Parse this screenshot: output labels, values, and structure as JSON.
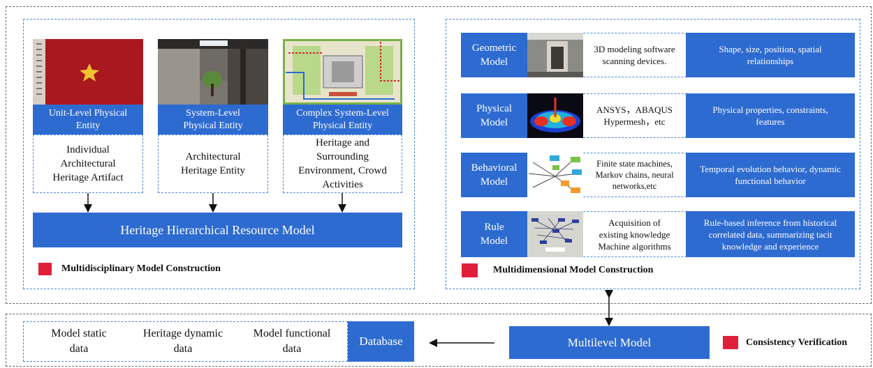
{
  "left_panel": {
    "entities": [
      {
        "image": "red-flag-photo",
        "label": "Unit-Level Physical Entity",
        "desc": "Individual Architectural Heritage Artifact"
      },
      {
        "image": "courtyard-photo",
        "label": "System-Level Physical Entity",
        "desc": "Architectural Heritage Entity"
      },
      {
        "image": "site-plan-map",
        "label": "Complex System-Level Physical Entity",
        "desc": "Heritage and Surrounding Environment, Crowd Activities"
      }
    ],
    "resource_model": "Heritage Hierarchical Resource Model",
    "legend": "Multidisciplinary Model Construction"
  },
  "right_panel": {
    "models": [
      {
        "name": "Geometric Model",
        "image": "building-door-photo",
        "tools": "3D modeling software scanning devices.",
        "desc": "Shape, size, position, spatial relationships"
      },
      {
        "name": "Physical Model",
        "image": "heatmap-simulation",
        "tools": "ANSYS，ABAQUS Hypermesh，etc",
        "desc": "Physical properties, constraints, features"
      },
      {
        "name": "Behavioral Model",
        "image": "state-machine-diagram",
        "tools": "Finite state machines, Markov chains, neural networks,etc",
        "desc": "Temporal evolution behavior, dynamic functional behavior"
      },
      {
        "name": "Rule Model",
        "image": "knowledge-graph-image",
        "tools": "Acquisition of existing knowledge Machine algorithms",
        "desc": "Rule-based inference from historical correlated data, summarizing tacit knowledge and experience"
      }
    ],
    "legend": "Multidimensional Model Construction"
  },
  "bottom": {
    "data_items": [
      "Model static data",
      "Heritage dynamic data",
      "Model functional data"
    ],
    "database": "Database",
    "multilevel": "Multilevel Model",
    "legend": "Consistency Verification"
  },
  "colors": {
    "blue": "#2e6bd0",
    "red": "#e0203a",
    "dash_blue": "#4a8ad6",
    "dash_gray": "#666666"
  }
}
